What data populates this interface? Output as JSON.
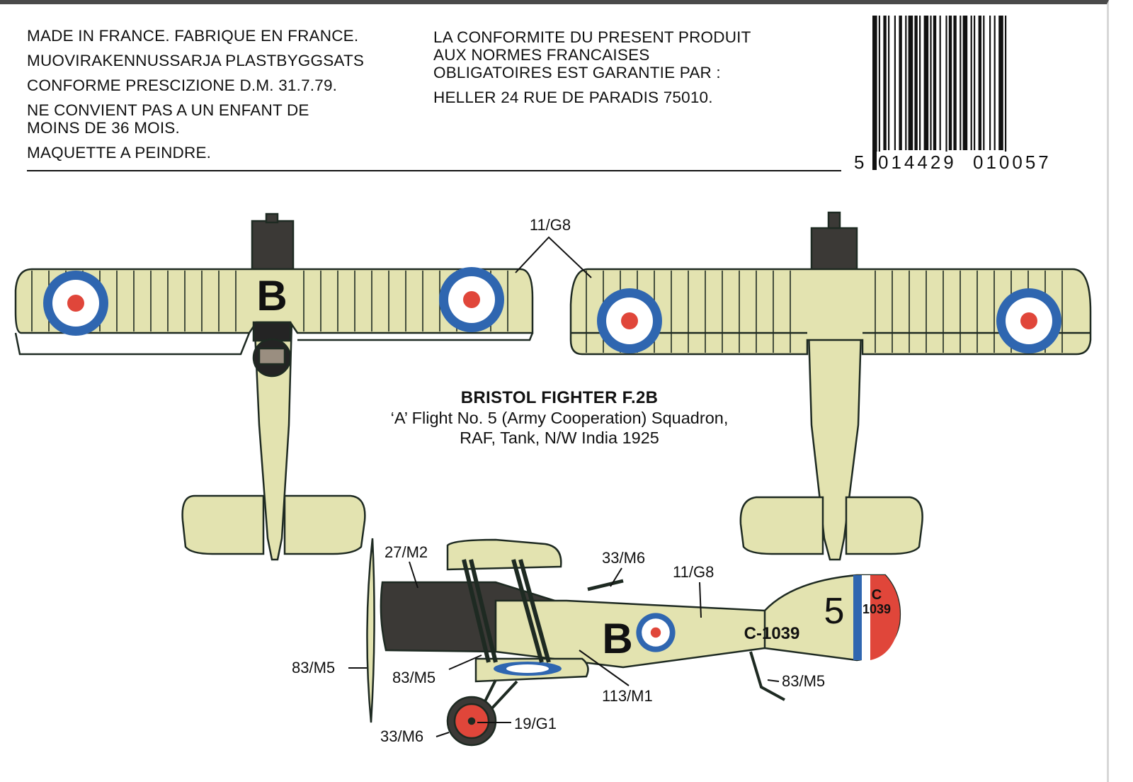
{
  "legal_left": [
    "MADE IN FRANCE. FABRIQUE EN FRANCE.",
    "MUOVIRAKENNUSSARJA PLASTBYGGSATS",
    "CONFORME PRESCIZIONE D.M. 31.7.79.",
    "NE CONVIENT PAS A UN ENFANT DE",
    "MOINS DE 36 MOIS.",
    "MAQUETTE A PEINDRE."
  ],
  "legal_right": [
    "LA CONFORMITE DU PRESENT PRODUIT",
    "AUX NORMES FRANCAISES",
    "OBLIGATOIRES EST GARANTIE PAR :",
    "HELLER 24 RUE DE PARADIS 75010."
  ],
  "barcode": {
    "digit_lead": "5",
    "digit_group1": "014429",
    "digit_group2": "010057"
  },
  "caption": {
    "title": "BRISTOL FIGHTER F.2B",
    "line1": "‘A’ Flight No. 5 (Army Cooperation) Squadron,",
    "line2": "RAF, Tank, N/W India 1925"
  },
  "aircraft": {
    "wing_letter": "B",
    "fin_number": "5",
    "serial": "C-1039",
    "rudder_serial_top": "C",
    "rudder_serial_bottom": "1039"
  },
  "callouts": {
    "top_wing": "11/G8",
    "fuselage_top": "27/M2",
    "gun": "33/M6",
    "fuselage": "11/G8",
    "propeller": "83/M5",
    "undercarriage": "83/M5",
    "tailskid": "83/M5",
    "lower_wing": "113/M1",
    "wheel_hub": "19/G1",
    "tire": "33/M6"
  },
  "colors": {
    "clear_doped_linen": "#e3e3b0",
    "engine_cowling": "#3b3936",
    "roundel_blue": "#2f66b0",
    "roundel_red": "#e0463a",
    "outline": "#1e2a22"
  }
}
